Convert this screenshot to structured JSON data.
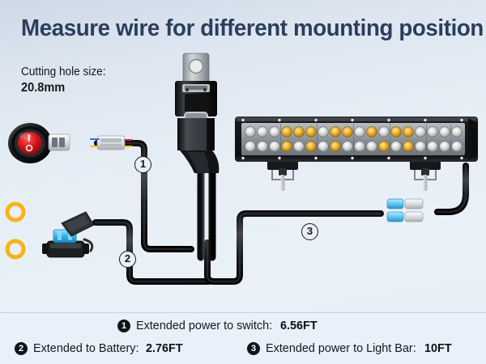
{
  "header": {
    "title": "Measure wire for different mounting position"
  },
  "note": {
    "label": "Cutting hole size:",
    "value": "20.8mm"
  },
  "diagram": {
    "markers": [
      {
        "id": "1",
        "label": "1"
      },
      {
        "id": "2",
        "label": "2"
      },
      {
        "id": "3",
        "label": "3"
      }
    ],
    "components": {
      "rocker_switch": "round-rocker-switch",
      "switch_symbol_on": "I",
      "switch_symbol_off": "O",
      "inline_connector": "inline-wire-connector",
      "relay": "automotive-relay",
      "relay_mount_tab": "relay-mounting-bracket",
      "fuse_holder": "inline-blade-fuse-holder",
      "ring_terminal_negative": "ring-terminal-black",
      "ring_terminal_positive": "ring-terminal-red",
      "spade_connectors": "spade-connector-pair",
      "light_bar": "dual-row-led-light-bar",
      "light_bar_brackets": "led-bar-mounting-bracket"
    }
  },
  "legend": {
    "items": [
      {
        "badge": "1",
        "text": "Extended power to switch:",
        "value": "6.56FT"
      },
      {
        "badge": "2",
        "text": "Extended to Battery:",
        "value": "2.76FT"
      },
      {
        "badge": "3",
        "text": "Extended power to Light Bar:",
        "value": "10FT"
      }
    ]
  },
  "colors": {
    "title": "#2c3e5d",
    "background_top": "#cdd9e6",
    "background_bottom": "#e4ecf5",
    "legend_panel": "#e8f0fa",
    "wire_black": "#1b1d20",
    "wire_red": "#d8232a",
    "terminal_yellow": "#f7b318",
    "led_amber": "#f0b52e",
    "led_white": "#f2f4f3",
    "fuse_blue": "#3fb9ef"
  }
}
